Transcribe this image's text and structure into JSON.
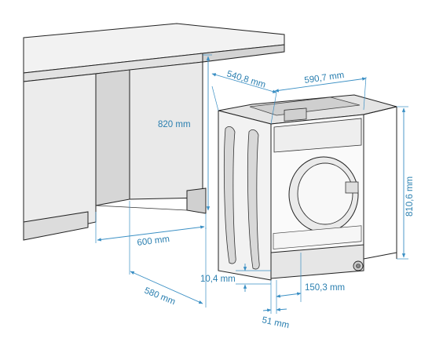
{
  "dimensions": {
    "cabinet_height": "820 mm",
    "cabinet_width": "600 mm",
    "cabinet_depth": "580 mm",
    "machine_depth": "540,8 mm",
    "machine_width": "590,7 mm",
    "machine_height": "810,6 mm",
    "foot_height": "10,4 mm",
    "foot_offset": "150,3 mm",
    "foot_inset": "51 mm"
  },
  "colors": {
    "dimension_line": "#3a8fc4",
    "dimension_text": "#2a7fb0",
    "outline": "#222222",
    "fill_light": "#f4f4f4",
    "fill_mid": "#e6e6e6",
    "fill_dark": "#cfcfcf"
  }
}
